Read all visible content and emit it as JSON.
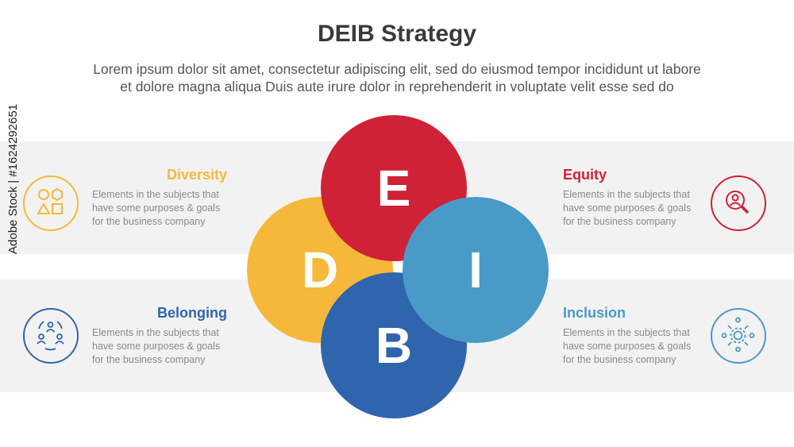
{
  "title": "DEIB Strategy",
  "subtitle_line1": "Lorem ipsum dolor sit amet, consectetur adipiscing elit, sed do eiusmod tempor incididunt ut labore",
  "subtitle_line2": "et dolore magna aliqua Duis aute irure dolor in reprehenderit in voluptate velit esse sed do",
  "circles": {
    "d": {
      "letter": "D",
      "color": "#f5b83a"
    },
    "e": {
      "letter": "E",
      "color": "#cf2236"
    },
    "i": {
      "letter": "I",
      "color": "#4a9ac7"
    },
    "b": {
      "letter": "B",
      "color": "#2f65ac"
    }
  },
  "items": {
    "diversity": {
      "heading": "Diversity",
      "color": "#f5b83a",
      "desc1": "Elements in the subjects that",
      "desc2": "have  some purposes & goals",
      "desc3": "for the  business company",
      "icon": "shapes-icon"
    },
    "equity": {
      "heading": "Equity",
      "color": "#cf2236",
      "desc1": "Elements in the subjects that",
      "desc2": "have  some purposes & goals",
      "desc3": "for the  business company",
      "icon": "person-search-icon"
    },
    "belonging": {
      "heading": "Belonging",
      "color": "#2f65ac",
      "desc1": "Elements in the subjects that",
      "desc2": "have  some purposes & goals",
      "desc3": "for the  business company",
      "icon": "team-cycle-icon"
    },
    "inclusion": {
      "heading": "Inclusion",
      "color": "#4a9ac7",
      "desc1": "Elements in the subjects that",
      "desc2": "have  some purposes & goals",
      "desc3": "for the  business company",
      "icon": "people-gear-icon"
    }
  },
  "watermark": "Adobe Stock | #1624292651"
}
